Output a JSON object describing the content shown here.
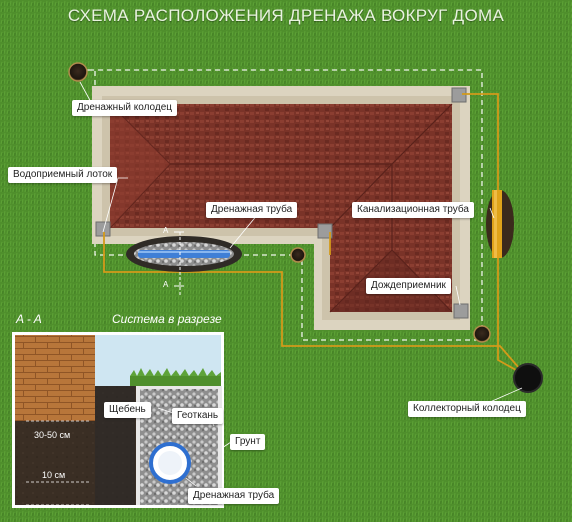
{
  "title": "СХЕМА РАСПОЛОЖЕНИЯ ДРЕНАЖА ВОКРУГ ДОМА",
  "labels": {
    "drain_well": "Дренажный колодец",
    "water_tray": "Водоприемный лоток",
    "drain_pipe": "Дренажная труба",
    "sewer_pipe": "Канализационная труба",
    "rain_inlet": "Дождеприемник",
    "collector_well": "Коллекторный колодец"
  },
  "section": {
    "marker": "A - A",
    "title": "Система в разрезе",
    "gravel": "Щебень",
    "geotextile": "Геоткань",
    "soil": "Грунт",
    "pipe": "Дренажная труба",
    "depth_top": "30-50 см",
    "depth_bottom": "10 см"
  },
  "cut_marks": {
    "top": "A",
    "bottom": "A"
  },
  "colors": {
    "grass": "#4f8f2c",
    "roof": "#7a3328",
    "pipe_line": "#d39a1a",
    "label_bg": "#ffffff"
  }
}
